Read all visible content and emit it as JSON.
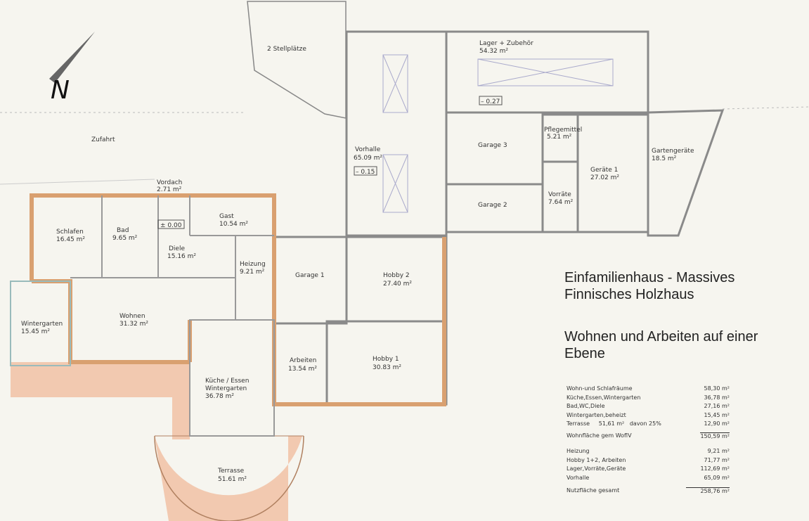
{
  "compass": {
    "label": "N"
  },
  "site": {
    "driveway": "Zufahrt",
    "parking": "2 Stellplätze"
  },
  "rooms": {
    "vordach": {
      "name": "Vordach",
      "area": "2.71 m²"
    },
    "schlafen": {
      "name": "Schlafen",
      "area": "16.45 m²"
    },
    "bad": {
      "name": "Bad",
      "area": "9.65 m²"
    },
    "gast": {
      "name": "Gast",
      "area": "10.54 m²"
    },
    "diele": {
      "name": "Diele",
      "area": "15.16 m²"
    },
    "heizung": {
      "name": "Heizung",
      "area": "9.21 m²"
    },
    "wintergarten": {
      "name": "Wintergarten",
      "area": "15.45 m²"
    },
    "wohnen": {
      "name": "Wohnen",
      "area": "31.32 m²"
    },
    "kueche": {
      "name": "Küche / Essen",
      "name2": "Wintergarten",
      "area": "36.78 m²"
    },
    "terrasse": {
      "name": "Terrasse",
      "area": "51.61 m²"
    },
    "garage1": {
      "name": "Garage 1"
    },
    "hobby2": {
      "name": "Hobby 2",
      "area": "27.40 m²"
    },
    "arbeiten": {
      "name": "Arbeiten",
      "area": "13.54 m²"
    },
    "hobby1": {
      "name": "Hobby 1",
      "area": "30.83 m²"
    },
    "vorhalle": {
      "name": "Vorhalle",
      "area": "65.09 m²",
      "level": "– 0.15"
    },
    "lager": {
      "name": "Lager + Zubehör",
      "area": "54.32 m²",
      "level": "– 0.27"
    },
    "garage3": {
      "name": "Garage 3"
    },
    "garage2": {
      "name": "Garage 2"
    },
    "pflege": {
      "name": "Pflegemittel",
      "area": "5.21 m²"
    },
    "vorraete": {
      "name": "Vorräte",
      "area": "7.64 m²"
    },
    "geraete": {
      "name": "Geräte 1",
      "area": "27.02 m²"
    },
    "gartengeraete": {
      "name": "Gartengeräte",
      "area": "18.5 m²"
    }
  },
  "level_main": "± 0.00",
  "heading": {
    "line1": "Einfamilienhaus - Massives",
    "line2": "Finnisches Holzhaus",
    "line3": "Wohnen und Arbeiten auf einer",
    "line4": "Ebene"
  },
  "area_table": {
    "living": [
      {
        "label": "Wohn-und Schlafräume",
        "value": "58,30 m²"
      },
      {
        "label": "Küche,Essen,Wintergarten",
        "value": "36,78 m²"
      },
      {
        "label": "Bad,WC,Diele",
        "value": "27,16 m²"
      },
      {
        "label": "Wintergarten,beheizt",
        "value": "15,45 m²"
      },
      {
        "label": "Terrasse     51,61 m²   davon 25%",
        "value": "12,90 m²"
      }
    ],
    "living_total": {
      "label": "Wohnfläche gem WoflV",
      "value": "150,59 m²"
    },
    "usable": [
      {
        "label": "Heizung",
        "value": "9,21 m²"
      },
      {
        "label": "Hobby 1+2, Arbeiten",
        "value": "71,77 m²"
      },
      {
        "label": "Lager,Vorräte,Geräte",
        "value": "112,69 m²"
      },
      {
        "label": "Vorhalle",
        "value": "65,09 m²"
      }
    ],
    "usable_total": {
      "label": "Nutzfläche gesamt",
      "value": "258,76 m²"
    }
  },
  "colors": {
    "wall": "#d9a070",
    "terrace": "#f2c9b0",
    "line": "#888888"
  }
}
